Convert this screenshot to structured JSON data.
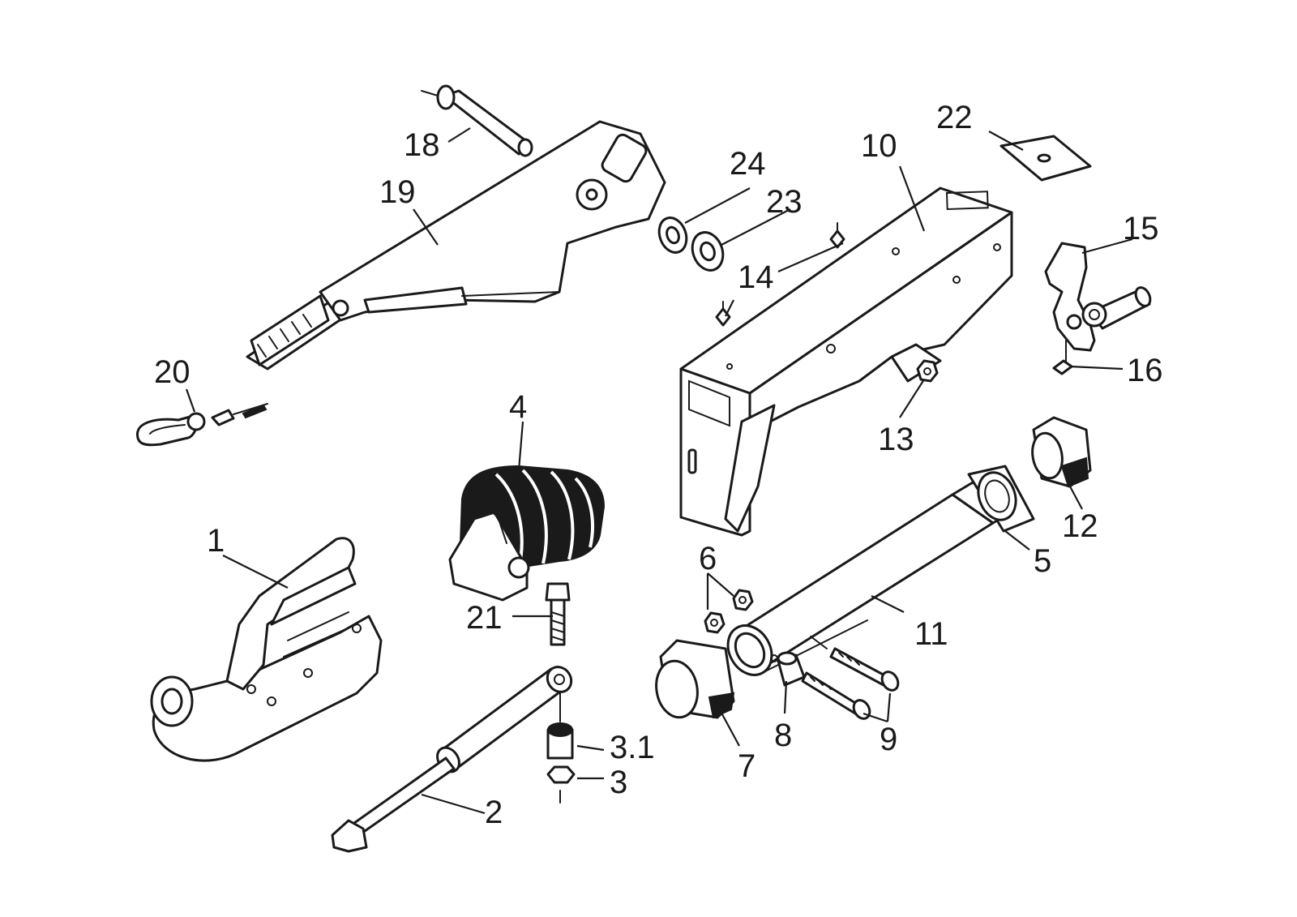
{
  "callouts": {
    "c1": "1",
    "c2": "2",
    "c3": "3",
    "c3_1": "3.1",
    "c4": "4",
    "c5": "5",
    "c6": "6",
    "c7": "7",
    "c8": "8",
    "c9": "9",
    "c10": "10",
    "c11": "11",
    "c12": "12",
    "c13": "13",
    "c14": "14",
    "c15": "15",
    "c16": "16",
    "c18": "18",
    "c19": "19",
    "c20": "20",
    "c21": "21",
    "c22": "22",
    "c23": "23",
    "c24": "24"
  },
  "colors": {
    "ink": "#1a1a1a",
    "background": "#ffffff"
  }
}
